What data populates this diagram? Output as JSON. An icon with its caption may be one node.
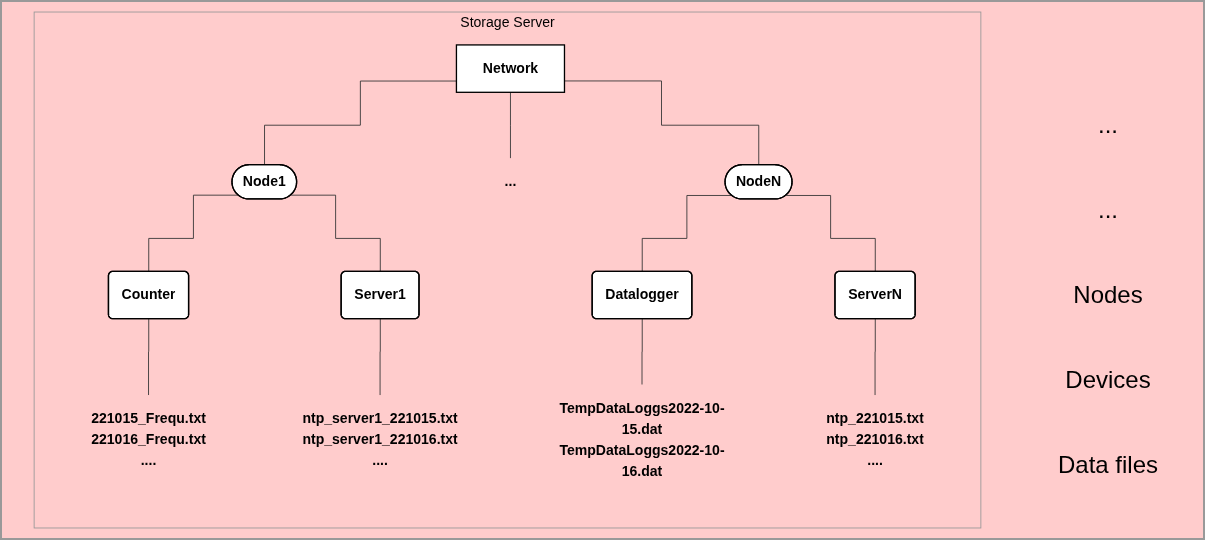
{
  "diagram": {
    "nodes": [
      {
        "text": [
          "Storage Server"
        ]
      },
      {
        "text": [
          "Network"
        ],
        "in": 0
      },
      {
        "text": [
          "Node1"
        ],
        "in": 0
      },
      {
        "text": [
          "..."
        ],
        "in": 0
      },
      {
        "text": [
          "NodeN"
        ],
        "in": 0
      },
      {
        "text": [
          "Counter"
        ],
        "in": 0
      },
      {
        "text": [
          "Server1"
        ],
        "in": 0
      },
      {
        "text": [
          "Datalogger"
        ],
        "in": 0
      },
      {
        "text": [
          "ServerN"
        ],
        "in": 0
      },
      {
        "text": [
          "221015_Frequ.txt",
          "221016_Frequ.txt",
          "...."
        ],
        "in": 0
      },
      {
        "text": [
          "ntp_server1_221015.txt",
          "ntp_server1_221016.txt",
          "...."
        ],
        "in": 0
      },
      {
        "text": [
          "TempDataLoggs2022-10-15.dat",
          "TempDataLoggs2022-10-16.dat"
        ],
        "in": 0
      },
      {
        "text": [
          "ntp_221015.txt",
          "ntp_221016.txt",
          "...."
        ],
        "in": 0
      }
    ],
    "edges": [
      {
        "from": 1,
        "to": 2,
        "arrow": "none"
      },
      {
        "from": 1,
        "to": 3,
        "arrow": "none"
      },
      {
        "from": 1,
        "to": 4,
        "arrow": "none"
      },
      {
        "from": 2,
        "to": 5,
        "arrow": "none"
      },
      {
        "from": 2,
        "to": 6,
        "arrow": "none"
      },
      {
        "from": 4,
        "to": 7,
        "arrow": "none"
      },
      {
        "from": 4,
        "to": 8,
        "arrow": "none"
      },
      {
        "from": 5,
        "to": 9,
        "arrow": "none"
      },
      {
        "from": 6,
        "to": 10,
        "arrow": "none"
      },
      {
        "from": 7,
        "to": 11,
        "arrow": "none"
      },
      {
        "from": 8,
        "to": 12,
        "arrow": "none"
      }
    ],
    "labels": [
      "...",
      "...",
      "Nodes",
      "Devices",
      "Data files"
    ]
  }
}
